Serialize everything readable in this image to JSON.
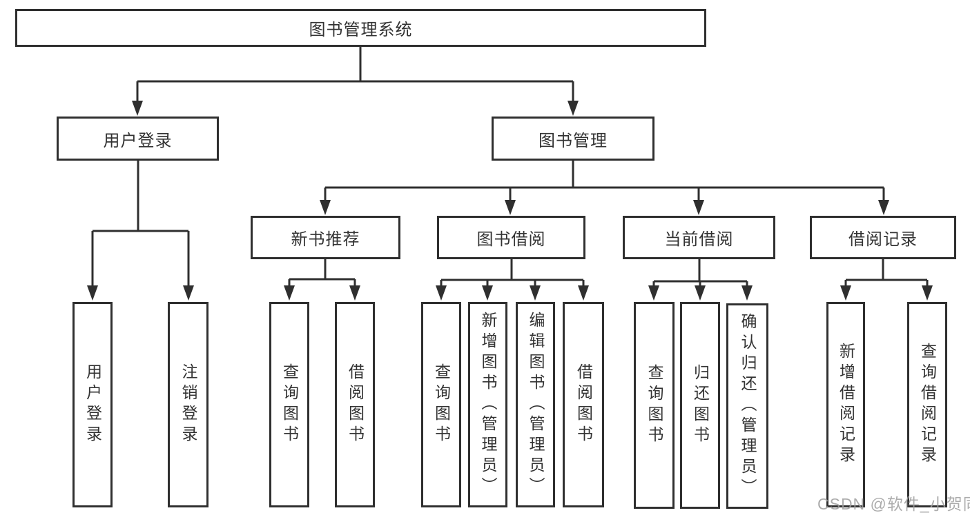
{
  "diagram": {
    "root": {
      "label": "图书管理系统"
    },
    "level1": [
      {
        "id": "user-login",
        "label": "用户登录",
        "children": [
          {
            "label": "用户登录"
          },
          {
            "label": "注销登录"
          }
        ]
      },
      {
        "id": "book-mgmt",
        "label": "图书管理",
        "children": [
          {
            "id": "new-book-rec",
            "label": "新书推荐",
            "children": [
              {
                "label": "查询图书"
              },
              {
                "label": "借阅图书"
              }
            ]
          },
          {
            "id": "book-borrow",
            "label": "图书借阅",
            "children": [
              {
                "label": "查询图书"
              },
              {
                "label": "新增图书（管理员）"
              },
              {
                "label": "编辑图书（管理员）"
              },
              {
                "label": "借阅图书"
              }
            ]
          },
          {
            "id": "current-borrow",
            "label": "当前借阅",
            "children": [
              {
                "label": "查询图书"
              },
              {
                "label": "归还图书"
              },
              {
                "label": "确认归还（管理员）"
              }
            ]
          },
          {
            "id": "borrow-records",
            "label": "借阅记录",
            "children": [
              {
                "label": "新增借阅记录"
              },
              {
                "label": "查询借阅记录"
              }
            ]
          }
        ]
      }
    ]
  },
  "watermark": {
    "text": "CSDN @软件_小贺同学"
  },
  "colors": {
    "line": "#2f2f2f",
    "text": "#333333",
    "background": "#ffffff",
    "watermark": "#9e9e9e"
  }
}
